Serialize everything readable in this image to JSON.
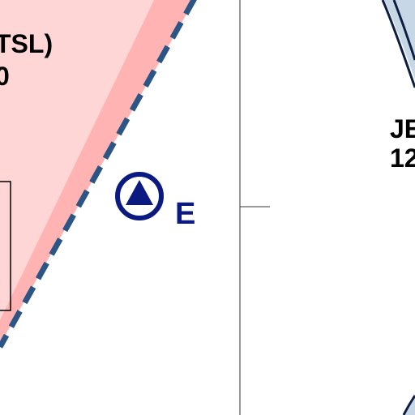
{
  "map": {
    "restricted_area": {
      "name_fragment": "TSL)",
      "value_fragment": "0",
      "fill_color": "#ffb3b3",
      "fill_color_light": "#ffd6d6",
      "boundary_color": "#2a5585"
    },
    "right_area": {
      "name_fragment": "JE",
      "value_fragment": "12",
      "fill_color": "#c7d7e6",
      "boundary_color": "#0d1f40"
    },
    "waypoint": {
      "letter": "E",
      "icon": "triangle-in-circle-icon",
      "color": "#0b1a80"
    },
    "grid_line_color": "#333333"
  }
}
